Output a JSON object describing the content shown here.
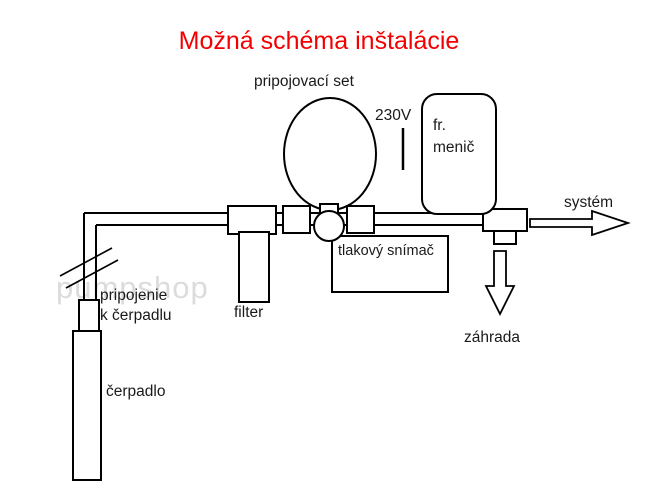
{
  "title": "Možná schéma inštalácie",
  "watermark": "pumpshop",
  "labels": {
    "pripojovaci_set": "pripojovací set",
    "voltage": "230V",
    "fr_menic_line1": "fr.",
    "fr_menic_line2": "menič",
    "system": "systém",
    "tlakovy_snimac": "tlakový snímač",
    "filter": "filter",
    "pripojenie_line1": "pripojenie",
    "pripojenie_line2": "k čerpadlu",
    "cerpadlo": "čerpadlo",
    "zahrada": "záhrada"
  },
  "colors": {
    "title_red": "#f40000",
    "line_black": "#000000",
    "watermark_gray": "#dcdcdc",
    "background": "#ffffff"
  }
}
